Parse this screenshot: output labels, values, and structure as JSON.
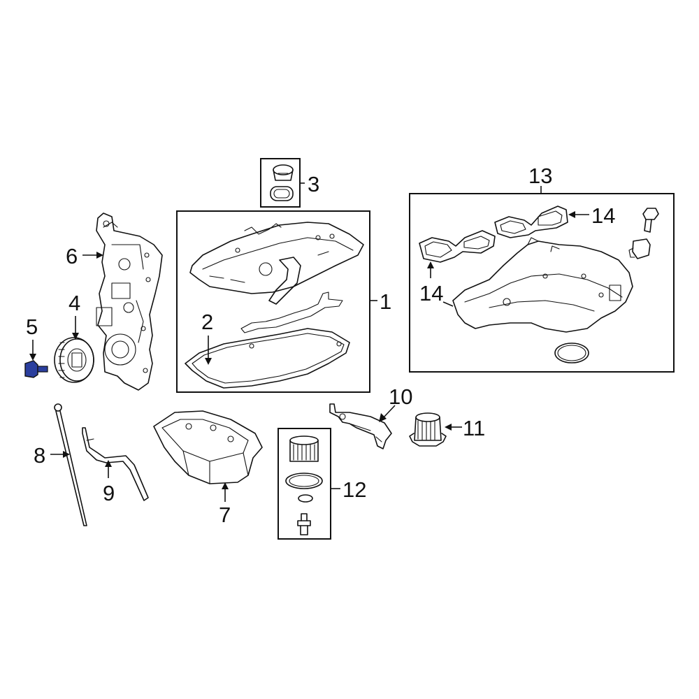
{
  "callouts": {
    "c1": "1",
    "c2": "2",
    "c3": "3",
    "c4": "4",
    "c5": "5",
    "c6": "6",
    "c7": "7",
    "c8": "8",
    "c9": "9",
    "c10": "10",
    "c11": "11",
    "c12": "12",
    "c13": "13",
    "c14a": "14",
    "c14b": "14"
  },
  "colors": {
    "line": "#111111",
    "background": "#ffffff",
    "highlight_part": "#2b3f9e"
  },
  "highlighted_part": "5"
}
